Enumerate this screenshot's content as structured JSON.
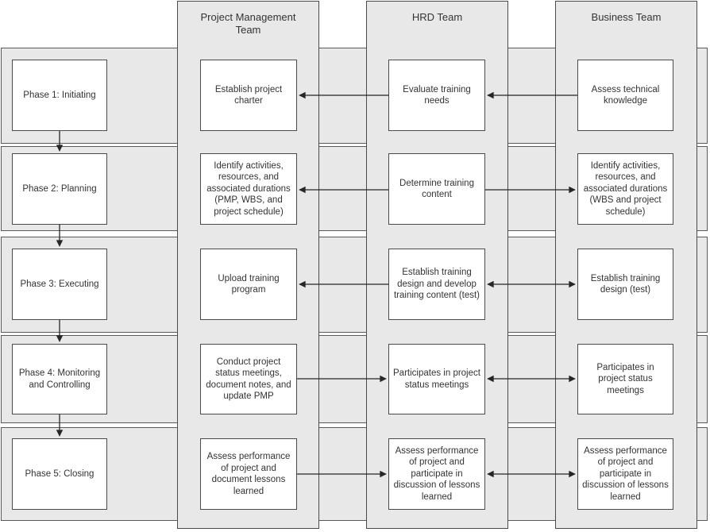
{
  "diagram": {
    "type": "swimlane-flowchart",
    "colors": {
      "band_fill": "#e8e8e8",
      "lane_fill": "#e8e8e8",
      "border": "#4a4a4a",
      "node_fill": "#ffffff",
      "arrow": "#262626",
      "text": "#333333",
      "background": "#ffffff"
    },
    "phase_column": {
      "phases": [
        "Phase 1: Initiating",
        "Phase 2: Planning",
        "Phase 3: Executing",
        "Phase 4: Monitoring and Controlling",
        "Phase 5: Closing"
      ],
      "flow": "sequential top-to-bottom arrows between consecutive phases"
    },
    "lanes": [
      {
        "header": "Project Management Team",
        "tasks": [
          "Establish project charter",
          "Identify activities, resources, and associated durations (PMP, WBS, and project schedule)",
          "Upload training program",
          "Conduct project status meetings, document notes, and update PMP",
          "Assess performance of project and document lessons learned"
        ]
      },
      {
        "header": "HRD Team",
        "tasks": [
          "Evaluate training needs",
          "Determine training content",
          "Establish training design and develop training content (test)",
          "Participates in project status meetings",
          "Assess performance of project and participate in discussion of lessons learned"
        ]
      },
      {
        "header": "Business Team",
        "tasks": [
          "Assess technical knowledge",
          "Identify activities, resources, and associated durations (WBS and project schedule)",
          "Establish training design (test)",
          "Participates in project status meetings",
          "Assess performance of project and participate in discussion of lessons learned"
        ]
      }
    ],
    "connections": [
      {
        "row": 1,
        "from": "Business Team",
        "to": "HRD Team",
        "bidirectional": false
      },
      {
        "row": 1,
        "from": "HRD Team",
        "to": "Project Management Team",
        "bidirectional": false
      },
      {
        "row": 2,
        "from": "HRD Team",
        "to": "Project Management Team",
        "bidirectional": false
      },
      {
        "row": 2,
        "from": "HRD Team",
        "to": "Business Team",
        "bidirectional": false
      },
      {
        "row": 3,
        "from": "HRD Team",
        "to": "Project Management Team",
        "bidirectional": false
      },
      {
        "row": 3,
        "from": "HRD Team",
        "to": "Business Team",
        "bidirectional": true
      },
      {
        "row": 4,
        "from": "Project Management Team",
        "to": "HRD Team",
        "bidirectional": false
      },
      {
        "row": 4,
        "from": "HRD Team",
        "to": "Business Team",
        "bidirectional": true
      },
      {
        "row": 5,
        "from": "Project Management Team",
        "to": "HRD Team",
        "bidirectional": false
      },
      {
        "row": 5,
        "from": "HRD Team",
        "to": "Business Team",
        "bidirectional": true
      }
    ]
  }
}
